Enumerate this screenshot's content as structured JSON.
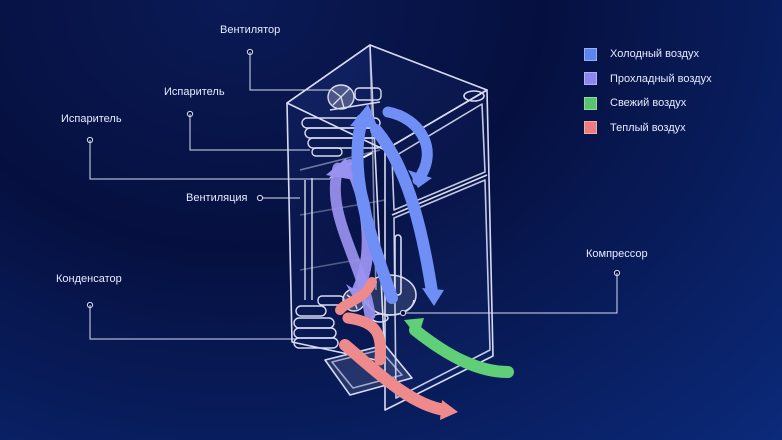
{
  "labels": {
    "fan": "Вентилятор",
    "evaporator_top": "Испаритель",
    "evaporator_left": "Испаритель",
    "ventilation": "Вентиляция",
    "condenser": "Конденсатор",
    "compressor": "Компрессор"
  },
  "legend": [
    {
      "label": "Холодный воздух",
      "color": "#5b86f2"
    },
    {
      "label": "Прохладный воздух",
      "color": "#8c86ee"
    },
    {
      "label": "Свежий воздух",
      "color": "#57c46e"
    },
    {
      "label": "Теплый воздух",
      "color": "#ec7c80"
    }
  ],
  "colors": {
    "cold": "#6f8ff6",
    "cool": "#9a92f0",
    "fresh": "#5fcf78",
    "warm": "#ef8a8c",
    "outline": "#d8dcf2"
  }
}
